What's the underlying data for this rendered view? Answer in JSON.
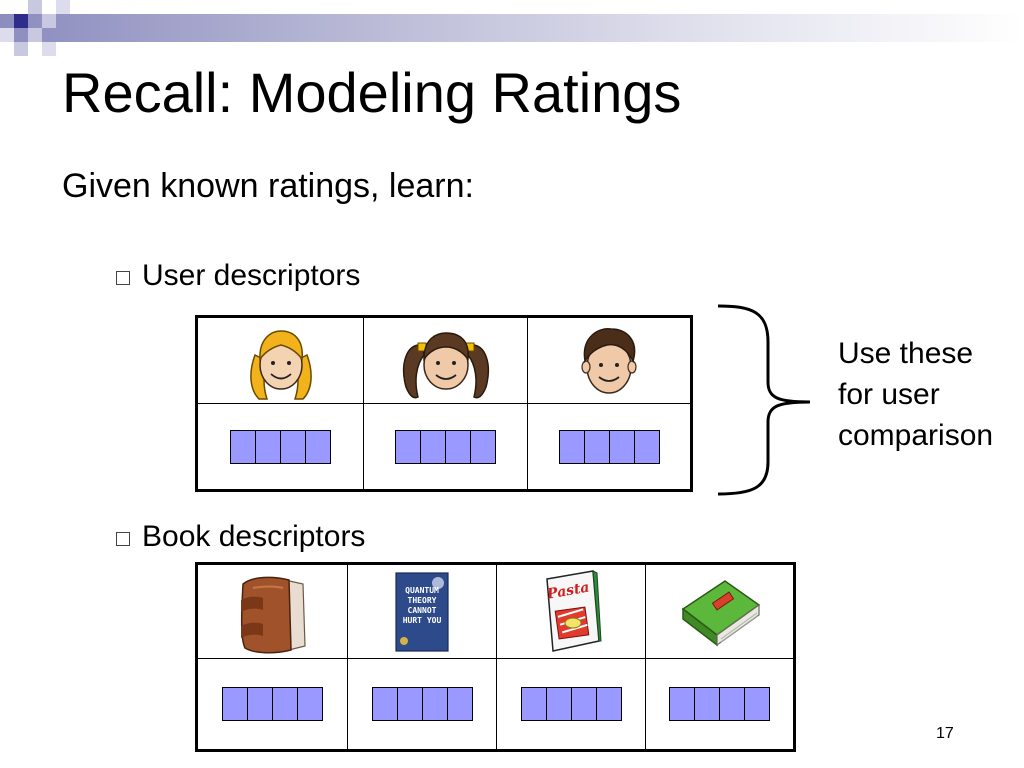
{
  "slide": {
    "title": "Recall: Modeling Ratings",
    "subtitle": "Given known ratings, learn:",
    "page_number": "17"
  },
  "user_section": {
    "bullet": "User descriptors",
    "items": [
      {
        "icon": "blonde-girl-face-icon"
      },
      {
        "icon": "pigtails-girl-face-icon"
      },
      {
        "icon": "boy-face-icon"
      }
    ],
    "brace_label_lines": [
      "Use these",
      "for user",
      "comparison"
    ]
  },
  "book_section": {
    "bullet": "Book descriptors",
    "items": [
      {
        "icon": "old-leather-book-icon"
      },
      {
        "icon": "quantum-book-icon",
        "cover_lines": [
          "QUANTUM",
          "THEORY",
          "CANNOT",
          "HURT YOU"
        ]
      },
      {
        "icon": "pasta-cookbook-icon",
        "cover_title": "Pasta"
      },
      {
        "icon": "green-book-icon"
      }
    ]
  },
  "colors": {
    "descriptor_fill": "#9999ff",
    "header_accent": "#2e2e8a",
    "brace_stroke": "#000000"
  }
}
